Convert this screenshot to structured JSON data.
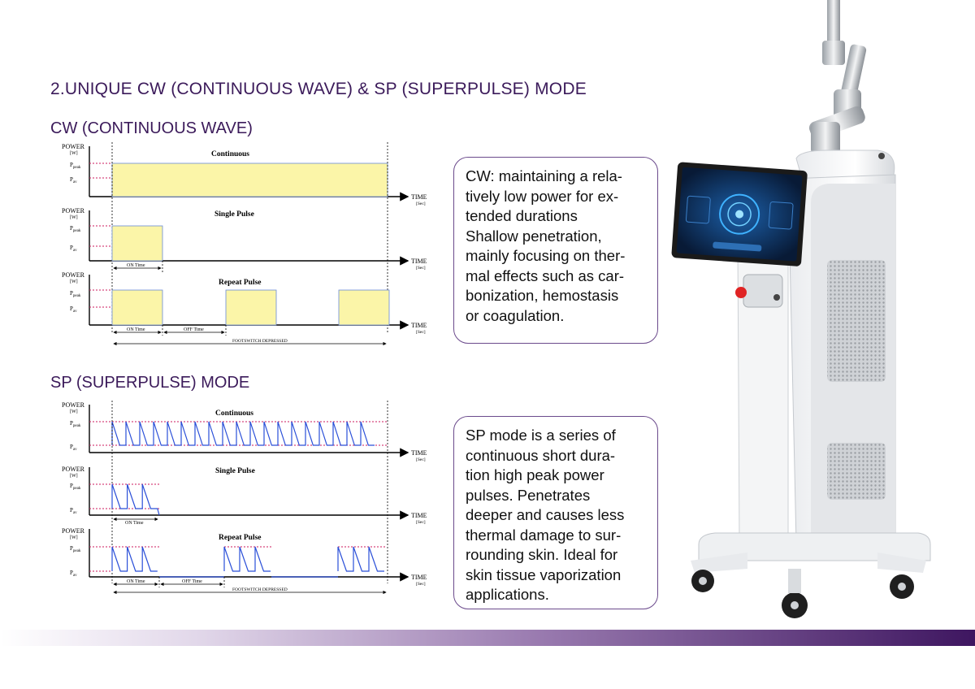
{
  "page": {
    "main_title": "2.UNIQUE CW (CONTINUOUS WAVE) & SP (SUPERPULSE) MODE",
    "cw_heading": "CW (CONTINUOUS WAVE)",
    "sp_heading": "SP (SUPERPULSE) MODE",
    "cw_description": "CW: maintaining a rela-\ntively low power for ex-\ntended durations\nShallow penetration,\nmainly focusing on ther-\nmal effects such as car-\nbonization, hemostasis\nor coagulation.",
    "sp_description": "SP mode is a series of\ncontinuous short dura-\ntion high peak power\npulses. Penetrates\ndeeper and causes less\nthermal damage to sur-\nrounding skin. Ideal for\nskin tissue vaporization\napplications."
  },
  "diagram_labels": {
    "power": "POWER",
    "watt": "[W]",
    "time": "TIME",
    "sec": "[Sec]",
    "p": "P",
    "peak_sub": "peak",
    "av_sub": "av",
    "continuous": "Continuous",
    "single_pulse": "Single Pulse",
    "repeat_pulse": "Repeat Pulse",
    "on_time": "ON Time",
    "off_time": "OFF Time",
    "footswitch": "FOOTSWITCH DEPRESSED"
  },
  "colors": {
    "heading": "#3b1a5a",
    "box_border": "#6b4a8c",
    "cw_fill": "#fbf5a8",
    "pulse_blue": "#2a4fd8",
    "peak_line": "#cc1a5c",
    "band_dark": "#3e1660"
  }
}
